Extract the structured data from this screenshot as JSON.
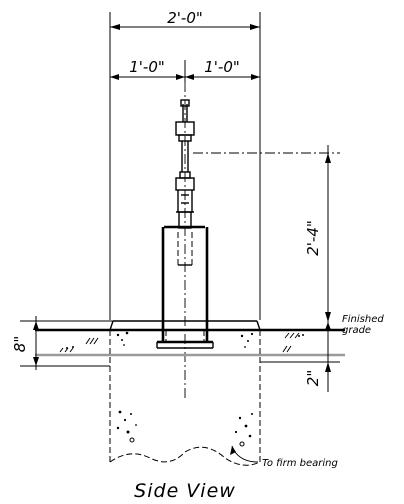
{
  "dimensions": {
    "overall_width": "2'-0\"",
    "half_left": "1'-0\"",
    "half_right": "1'-0\"",
    "height_above_grade": "2'-4\"",
    "depth_left": "8\"",
    "depth_right": "2\""
  },
  "notes": {
    "finished_grade_line1": "Finished",
    "finished_grade_line2": "grade",
    "firm_bearing": "To firm bearing"
  },
  "title": "Side View"
}
